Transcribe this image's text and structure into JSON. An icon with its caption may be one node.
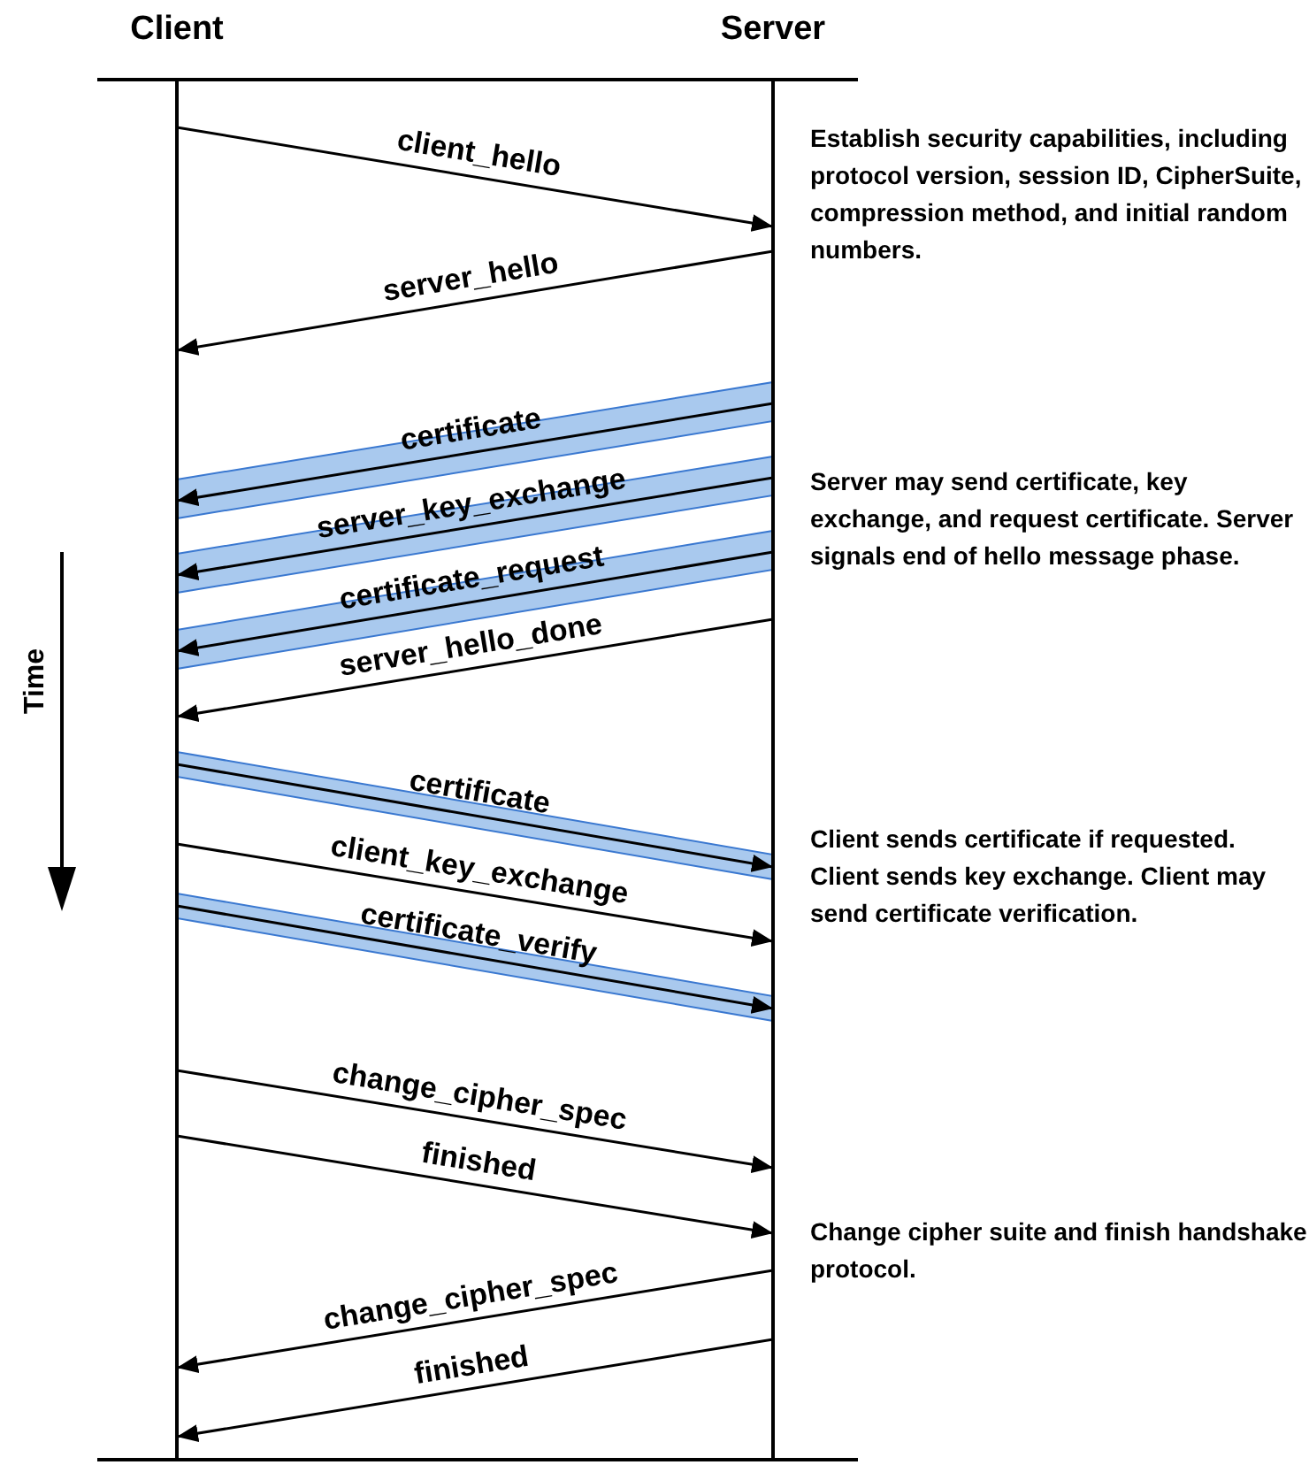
{
  "diagram": {
    "nodes": [
      {
        "text": [
          "Client"
        ]
      },
      {
        "text": [
          "Server"
        ]
      }
    ],
    "edges": [
      {
        "from": 0,
        "to": 1,
        "arrow": "to",
        "label": "client_hello"
      },
      {
        "from": 1,
        "to": 0,
        "arrow": "to",
        "label": "server_hello"
      },
      {
        "from": 1,
        "to": 0,
        "arrow": "to",
        "label": "certificate"
      },
      {
        "from": 1,
        "to": 0,
        "arrow": "to",
        "label": "server_key_exchange"
      },
      {
        "from": 1,
        "to": 0,
        "arrow": "to",
        "label": "certificate_request"
      },
      {
        "from": 1,
        "to": 0,
        "arrow": "to",
        "label": "server_hello_done"
      },
      {
        "from": 0,
        "to": 1,
        "arrow": "to",
        "label": "certificate"
      },
      {
        "from": 0,
        "to": 1,
        "arrow": "to",
        "label": "client_key_exchange"
      },
      {
        "from": 0,
        "to": 1,
        "arrow": "to",
        "label": "certificate_verify"
      },
      {
        "from": 0,
        "to": 1,
        "arrow": "to",
        "label": "change_cipher_spec"
      },
      {
        "from": 0,
        "to": 1,
        "arrow": "to",
        "label": "finished"
      },
      {
        "from": 1,
        "to": 0,
        "arrow": "to",
        "label": "change_cipher_spec"
      },
      {
        "from": 1,
        "to": 0,
        "arrow": "to",
        "label": "finished"
      }
    ],
    "labels": [
      "Time",
      "Establish security capabilities, including protocol version, session ID, CipherSuite, compression method, and initial random numbers.",
      "Server may send certificate, key exchange, and request certificate. Server signals end of hello message phase.",
      "Client sends certificate if requested. Client sends key exchange. Client may send certificate verification.",
      "Change cipher suite and finish handshake protocol."
    ]
  }
}
